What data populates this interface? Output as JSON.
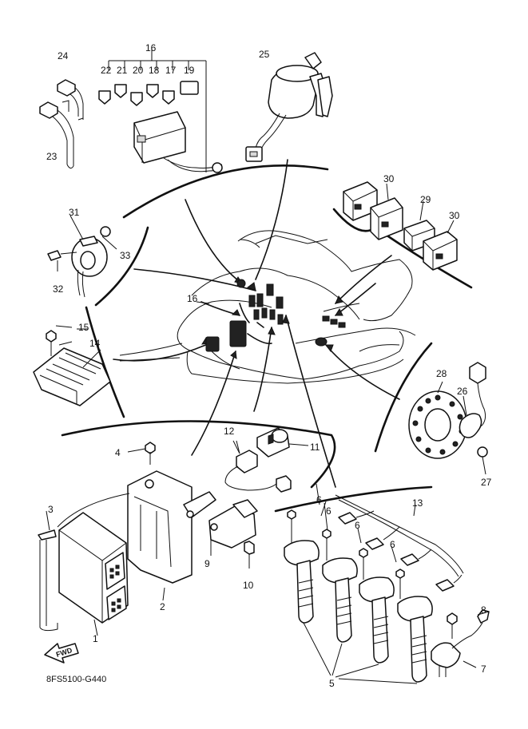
{
  "diagram": {
    "labels": {
      "p1": "1",
      "p2": "2",
      "p3": "3",
      "p4": "4",
      "p5": "5",
      "p6a": "6",
      "p6b": "6",
      "p6c": "6",
      "p6d": "6",
      "p7": "7",
      "p8": "8",
      "p9": "9",
      "p10": "10",
      "p11": "11",
      "p12": "12",
      "p13": "13",
      "p14": "14",
      "p15": "15",
      "p16a": "16",
      "p16b": "16",
      "p17": "17",
      "p18": "18",
      "p19": "19",
      "p20": "20",
      "p21": "21",
      "p22": "22",
      "p23": "23",
      "p24": "24",
      "p25": "25",
      "p26": "26",
      "p27": "27",
      "p28": "28",
      "p29": "29",
      "p30a": "30",
      "p30b": "30",
      "p31": "31",
      "p32": "32",
      "p33": "33"
    },
    "fwd_label": "FWD",
    "figure_code": "8FS5100-G440"
  }
}
